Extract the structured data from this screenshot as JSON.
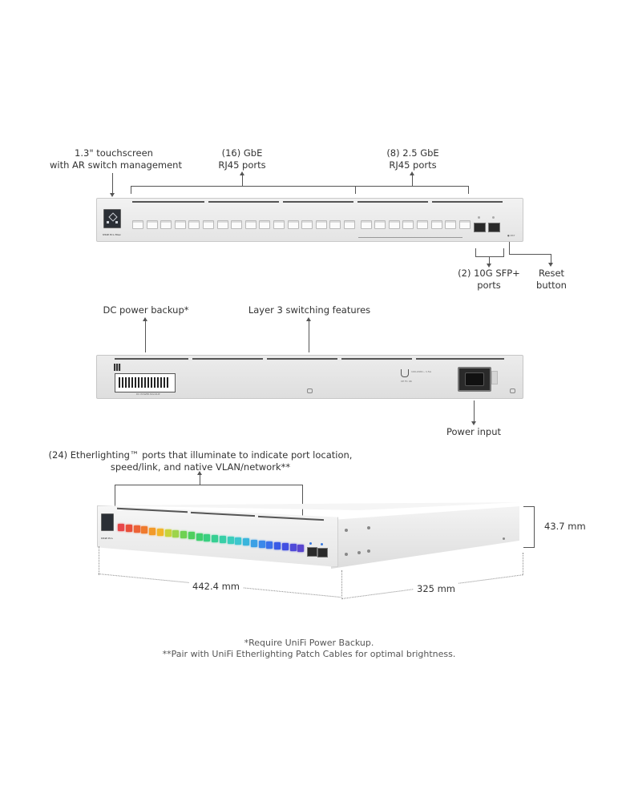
{
  "top_labels": {
    "touchscreen": [
      "1.3\" touchscreen",
      "with AR switch management"
    ],
    "gbe_ports": [
      "(16) GbE",
      "RJ45 ports"
    ],
    "ports_2_5": [
      "(8) 2.5 GbE",
      "RJ45 ports"
    ],
    "sfp_ports": [
      "(2) 10G SFP+",
      "ports"
    ],
    "reset": [
      "Reset",
      "button"
    ]
  },
  "rear_labels": {
    "dc_backup": "DC power backup*",
    "layer3": "Layer 3 switching features",
    "power_input": "Power input"
  },
  "iso_labels": {
    "etherlighting": [
      "(24) Etherlighting™ ports that illuminate to indicate port location,",
      "speed/link, and native VLAN/network**"
    ],
    "width_dim": "442.4 mm",
    "depth_dim": "325 mm",
    "height_dim": "43.7 mm"
  },
  "footnotes": [
    "*Require UniFi Power Backup.",
    "**Pair with UniFi Etherlighting Patch Cables for optimal brightness."
  ],
  "port_colors": [
    "#e8474a",
    "#e94f3a",
    "#ec6236",
    "#ef7a2e",
    "#f29a2a",
    "#f2b52a",
    "#c8d33a",
    "#9dd44a",
    "#6fd152",
    "#4fcf5e",
    "#3fcf6e",
    "#39cf80",
    "#37cf93",
    "#38cfa7",
    "#3bcdbb",
    "#3cc6ce",
    "#3ab5dc",
    "#3aa0e5",
    "#3a88ea",
    "#3a70ea",
    "#3a5be6",
    "#4250e2",
    "#4f4ad8",
    "#5a46cf"
  ],
  "device_text": {
    "model_front": "USW Pro Max",
    "model_iso": "USW Pro",
    "dc_label": "DC POWER BACKUP",
    "rear_reg_1": "CE FC UK",
    "rear_reg_2": "100-240V~ 1.5A",
    "reset_mark": "● RST"
  }
}
